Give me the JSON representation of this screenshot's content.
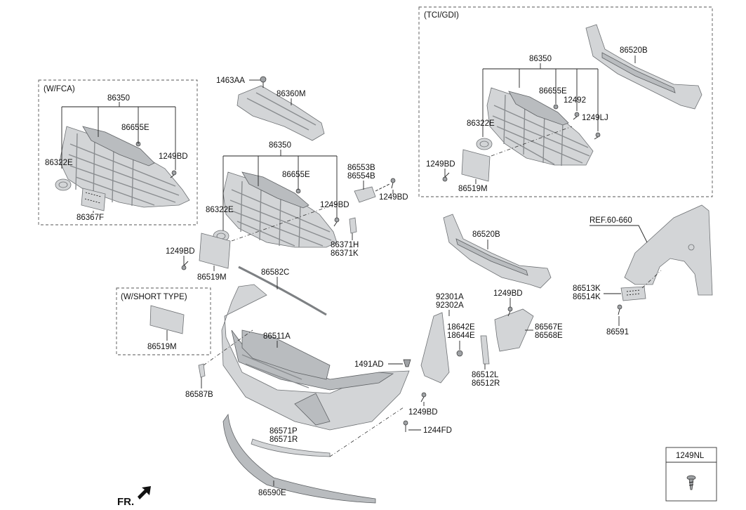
{
  "groups": {
    "fca": "(W/FCA)",
    "tci_gdi": "(TCI/GDI)",
    "short_type": "(W/SHORT TYPE)"
  },
  "ref_label": "REF.60-660",
  "legend_box": {
    "code": "1249NL",
    "icon": "screw-icon"
  },
  "direction": {
    "label": "FR.",
    "icon": "front-arrow-icon"
  },
  "labels": {
    "fca_86350": "86350",
    "fca_86655E": "86655E",
    "fca_86322E": "86322E",
    "fca_1249BD": "1249BD",
    "fca_86367F": "86367F",
    "c_1463AA": "1463AA",
    "c_86360M": "86360M",
    "c_86350": "86350",
    "c_86655E": "86655E",
    "c_86322E": "86322E",
    "c_1249BD_a": "1249BD",
    "c_86553B": "86553B",
    "c_86554B": "86554B",
    "c_1249BD_b": "1249BD",
    "c_86371H": "86371H",
    "c_86371K": "86371K",
    "c_1249BD_c": "1249BD",
    "c_86519M": "86519M",
    "c_86582C": "86582C",
    "s_86519M": "86519M",
    "c_86511A": "86511A",
    "c_86587B": "86587B",
    "c_1491AD": "1491AD",
    "c_86571P": "86571P",
    "c_86571R": "86571R",
    "c_86590E": "86590E",
    "c_1249BD_d": "1249BD",
    "c_1244FD": "1244FD",
    "c_92301A": "92301A",
    "c_92302A": "92302A",
    "c_18642E": "18642E",
    "c_18644E": "18644E",
    "c_86512L": "86512L",
    "c_86512R": "86512R",
    "c_1249BD_e": "1249BD",
    "c_86567E": "86567E",
    "c_86568E": "86568E",
    "c_86520B": "86520B",
    "t_86520B": "86520B",
    "t_86350": "86350",
    "t_86655E": "86655E",
    "t_12492": "12492",
    "t_86322E": "86322E",
    "t_1249LJ": "1249LJ",
    "t_1249BD": "1249BD",
    "t_86519M": "86519M",
    "r_86513K": "86513K",
    "r_86514K": "86514K",
    "r_86591": "86591"
  }
}
